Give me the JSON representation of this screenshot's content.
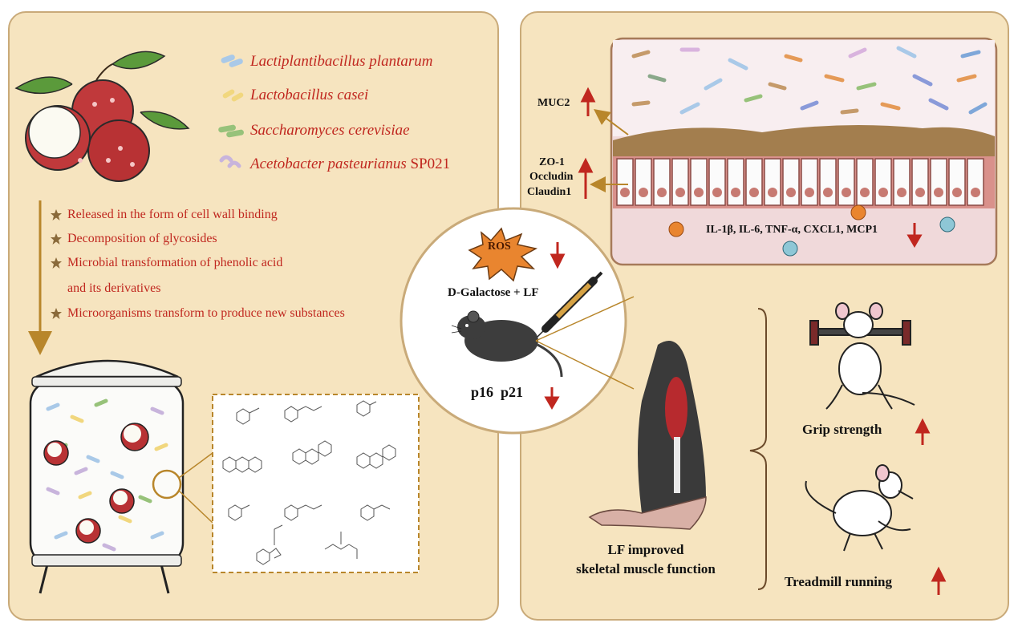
{
  "microbes": [
    {
      "name": "Lactiplantibacillus plantarum",
      "color": "#a9c9e8"
    },
    {
      "name": "Lactobacillus casei",
      "color": "#f1d77e"
    },
    {
      "name": "Saccharomyces cerevisiae",
      "color": "#97c27a"
    },
    {
      "name": "Acetobacter pasteurianus",
      "strain": "SP021",
      "color": "#c8b4dc"
    }
  ],
  "steps": [
    "Released in the form of cell wall binding",
    "Decomposition of glycosides",
    "Microbial transformation of phenolic acid",
    "and its derivatives",
    "Microorganisms transform to produce new substances"
  ],
  "center": {
    "ros": "ROS",
    "treatment": "D-Galactose + LF",
    "markers": "p16  p21"
  },
  "gut": {
    "muc2": "MUC2",
    "tight_junction": [
      "ZO-1",
      "Occludin",
      "Claudin1"
    ],
    "cytokines": "IL-1β, IL-6, TNF-α, CXCL1, MCP1"
  },
  "muscle": {
    "label_line1": "LF improved",
    "label_line2": "skeletal muscle function",
    "grip": "Grip strength",
    "treadmill": "Treadmill running"
  },
  "colors": {
    "panel_bg": "#f6e4bf",
    "panel_border": "#c9aa79",
    "red_text": "#c0271f",
    "arrow_gold": "#b8862b",
    "tissue": "#c77a72"
  }
}
